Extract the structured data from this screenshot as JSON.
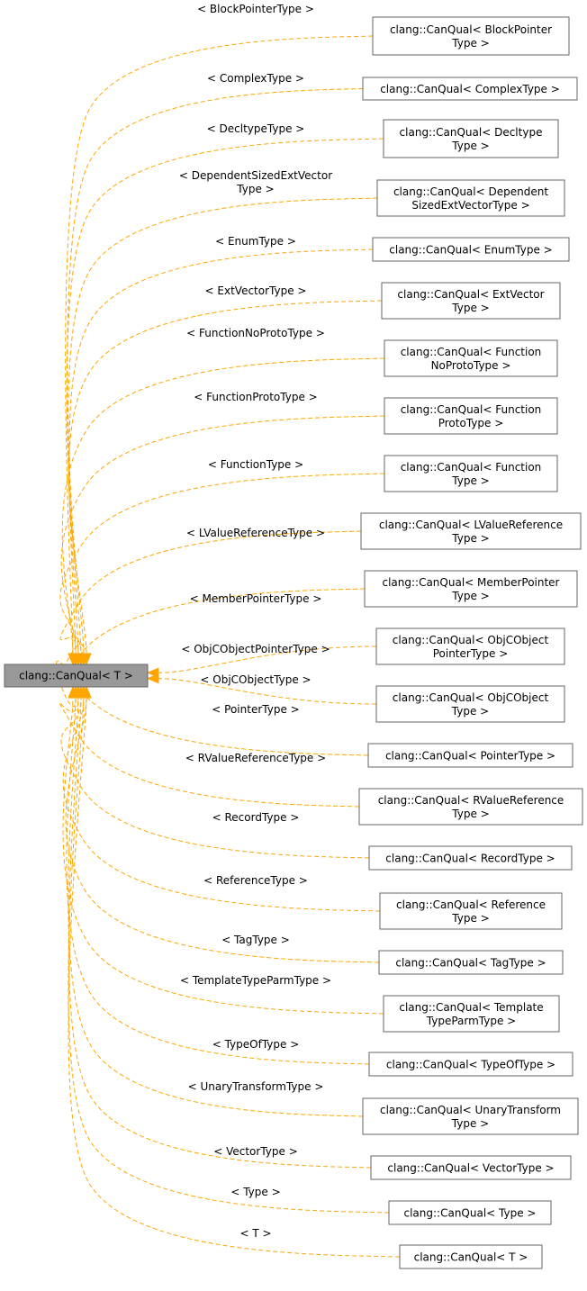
{
  "colors": {
    "edge": "#ffa500",
    "box_border": "#666666",
    "base_fill": "#999999",
    "node_fill": "#ffffff",
    "text": "#000000"
  },
  "base": {
    "label": "clang::CanQual< T >"
  },
  "specializations": [
    {
      "edge_label": [
        "< BlockPointerType >"
      ],
      "node_label": [
        "clang::CanQual< BlockPointer",
        "Type >"
      ]
    },
    {
      "edge_label": [
        "< ComplexType >"
      ],
      "node_label": [
        "clang::CanQual< ComplexType >"
      ]
    },
    {
      "edge_label": [
        "< DecltypeType >"
      ],
      "node_label": [
        "clang::CanQual< Decltype",
        "Type >"
      ]
    },
    {
      "edge_label": [
        "< DependentSizedExtVector",
        "Type >"
      ],
      "node_label": [
        "clang::CanQual< Dependent",
        "SizedExtVectorType >"
      ]
    },
    {
      "edge_label": [
        "< EnumType >"
      ],
      "node_label": [
        "clang::CanQual< EnumType >"
      ]
    },
    {
      "edge_label": [
        "< ExtVectorType >"
      ],
      "node_label": [
        "clang::CanQual< ExtVector",
        "Type >"
      ]
    },
    {
      "edge_label": [
        "< FunctionNoProtoType >"
      ],
      "node_label": [
        "clang::CanQual< Function",
        "NoProtoType >"
      ]
    },
    {
      "edge_label": [
        "< FunctionProtoType >"
      ],
      "node_label": [
        "clang::CanQual< Function",
        "ProtoType >"
      ]
    },
    {
      "edge_label": [
        "< FunctionType >"
      ],
      "node_label": [
        "clang::CanQual< Function",
        "Type >"
      ]
    },
    {
      "edge_label": [
        "< LValueReferenceType >"
      ],
      "node_label": [
        "clang::CanQual< LValueReference",
        "Type >"
      ]
    },
    {
      "edge_label": [
        "< MemberPointerType >"
      ],
      "node_label": [
        "clang::CanQual< MemberPointer",
        "Type >"
      ]
    },
    {
      "edge_label": [
        "< ObjCObjectPointerType >"
      ],
      "node_label": [
        "clang::CanQual< ObjCObject",
        "PointerType >"
      ]
    },
    {
      "edge_label": [
        "< ObjCObjectType >"
      ],
      "node_label": [
        "clang::CanQual< ObjCObject",
        "Type >"
      ]
    },
    {
      "edge_label": [
        "< PointerType >"
      ],
      "node_label": [
        "clang::CanQual< PointerType >"
      ]
    },
    {
      "edge_label": [
        "< RValueReferenceType >"
      ],
      "node_label": [
        "clang::CanQual< RValueReference",
        "Type >"
      ]
    },
    {
      "edge_label": [
        "< RecordType >"
      ],
      "node_label": [
        "clang::CanQual< RecordType >"
      ]
    },
    {
      "edge_label": [
        "< ReferenceType >"
      ],
      "node_label": [
        "clang::CanQual< Reference",
        "Type >"
      ]
    },
    {
      "edge_label": [
        "< TagType >"
      ],
      "node_label": [
        "clang::CanQual< TagType >"
      ]
    },
    {
      "edge_label": [
        "< TemplateTypeParmType >"
      ],
      "node_label": [
        "clang::CanQual< Template",
        "TypeParmType >"
      ]
    },
    {
      "edge_label": [
        "< TypeOfType >"
      ],
      "node_label": [
        "clang::CanQual< TypeOfType >"
      ]
    },
    {
      "edge_label": [
        "< UnaryTransformType >"
      ],
      "node_label": [
        "clang::CanQual< UnaryTransform",
        "Type >"
      ]
    },
    {
      "edge_label": [
        "< VectorType >"
      ],
      "node_label": [
        "clang::CanQual< VectorType >"
      ]
    },
    {
      "edge_label": [
        "< Type >"
      ],
      "node_label": [
        "clang::CanQual< Type >"
      ]
    },
    {
      "edge_label": [
        "< T >"
      ],
      "node_label": [
        "clang::CanQual< T >"
      ]
    }
  ]
}
